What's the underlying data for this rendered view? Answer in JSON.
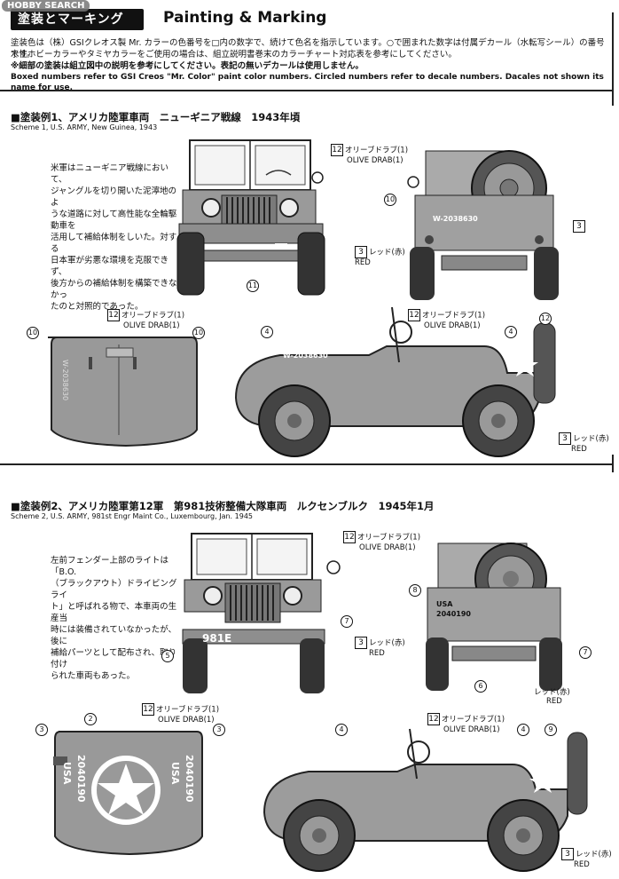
{
  "header": {
    "badge_text": "塗装とマーキング",
    "title_en": "Painting & Marking",
    "watermark": "HOBBY SEARCH"
  },
  "intro": {
    "line1": "塗装色は（株）GSIクレオス製 Mr. カラーの色番号を□内の数字で、続けて色名を指示しています。○で囲まれた数字は付属デカール（水転写シール）の番号です。",
    "line2": "水性ホビーカラーやタミヤカラーをご使用の場合は、組立説明書巻末のカラーチャート対応表を参考にしてください。",
    "line3": "※細部の塗装は組立図中の説明を参考にしてください。表記の無いデカールは使用しません。",
    "line4": "Boxed numbers refer to GSI Creos \"Mr. Color\" paint color numbers. Circled numbers refer to decale numbers. Dacales not shown its name for use."
  },
  "scheme1": {
    "title_jp": "■塗装例1、アメリカ陸軍車両　ニューギニア戦線　1943年頃",
    "title_en": "Scheme 1, U.S. ARMY, New Guinea, 1943",
    "desc": [
      "米軍はニューギニア戦線において、",
      "ジャングルを切り開いた泥濘地のよ",
      "うな道路に対して高性能な全輪駆動車を",
      "活用して補給体制をしいた。対する",
      "日本軍が劣悪な環境を克服できず、",
      "後方からの補給体制を構築できなかっ",
      "たのと対照的であった。"
    ],
    "paint_olive_jp": "オリーブドラブ(1)",
    "paint_olive_en": "OLIVE DRAB(1)",
    "paint_red_jp": "レッド(赤)",
    "paint_red_en": "RED",
    "num_12": "12",
    "num_3": "3",
    "c10": "10",
    "c11": "11",
    "c4": "4",
    "c12": "12",
    "marking_rear": "W-2038630",
    "marking_hood": "W-2038630"
  },
  "scheme2": {
    "title_jp": "■塗装例2、アメリカ陸軍第12軍　第981技術整備大隊車両　ルクセンブルク　1945年1月",
    "title_en": "Scheme 2, U.S. ARMY, 981st Engr Maint Co., Luxembourg, Jan. 1945",
    "desc": [
      "左前フェンダー上部のライトは「B.O.",
      "（ブラックアウト）ドライビングライ",
      "ト」と呼ばれる物で、本車両の生産当",
      "時には装備されていなかったが、後に",
      "補給パーツとして配布され、取り付け",
      "られた車両もあった。"
    ],
    "paint_olive_jp": "オリーブドラブ(1)",
    "paint_olive_en": "OLIVE DRAB(1)",
    "paint_red_jp": "レッド(赤)",
    "paint_red_en": "RED",
    "num_12": "12",
    "num_3": "3",
    "c2": "2",
    "c3": "3",
    "c4": "4",
    "c5": "5",
    "c6": "6",
    "c7": "7",
    "c8": "8",
    "c9": "9",
    "bumper_text": "981E",
    "rear_usa": "USA",
    "rear_num": "2040190",
    "hood_usa": "USA",
    "hood_num": "2040190"
  }
}
